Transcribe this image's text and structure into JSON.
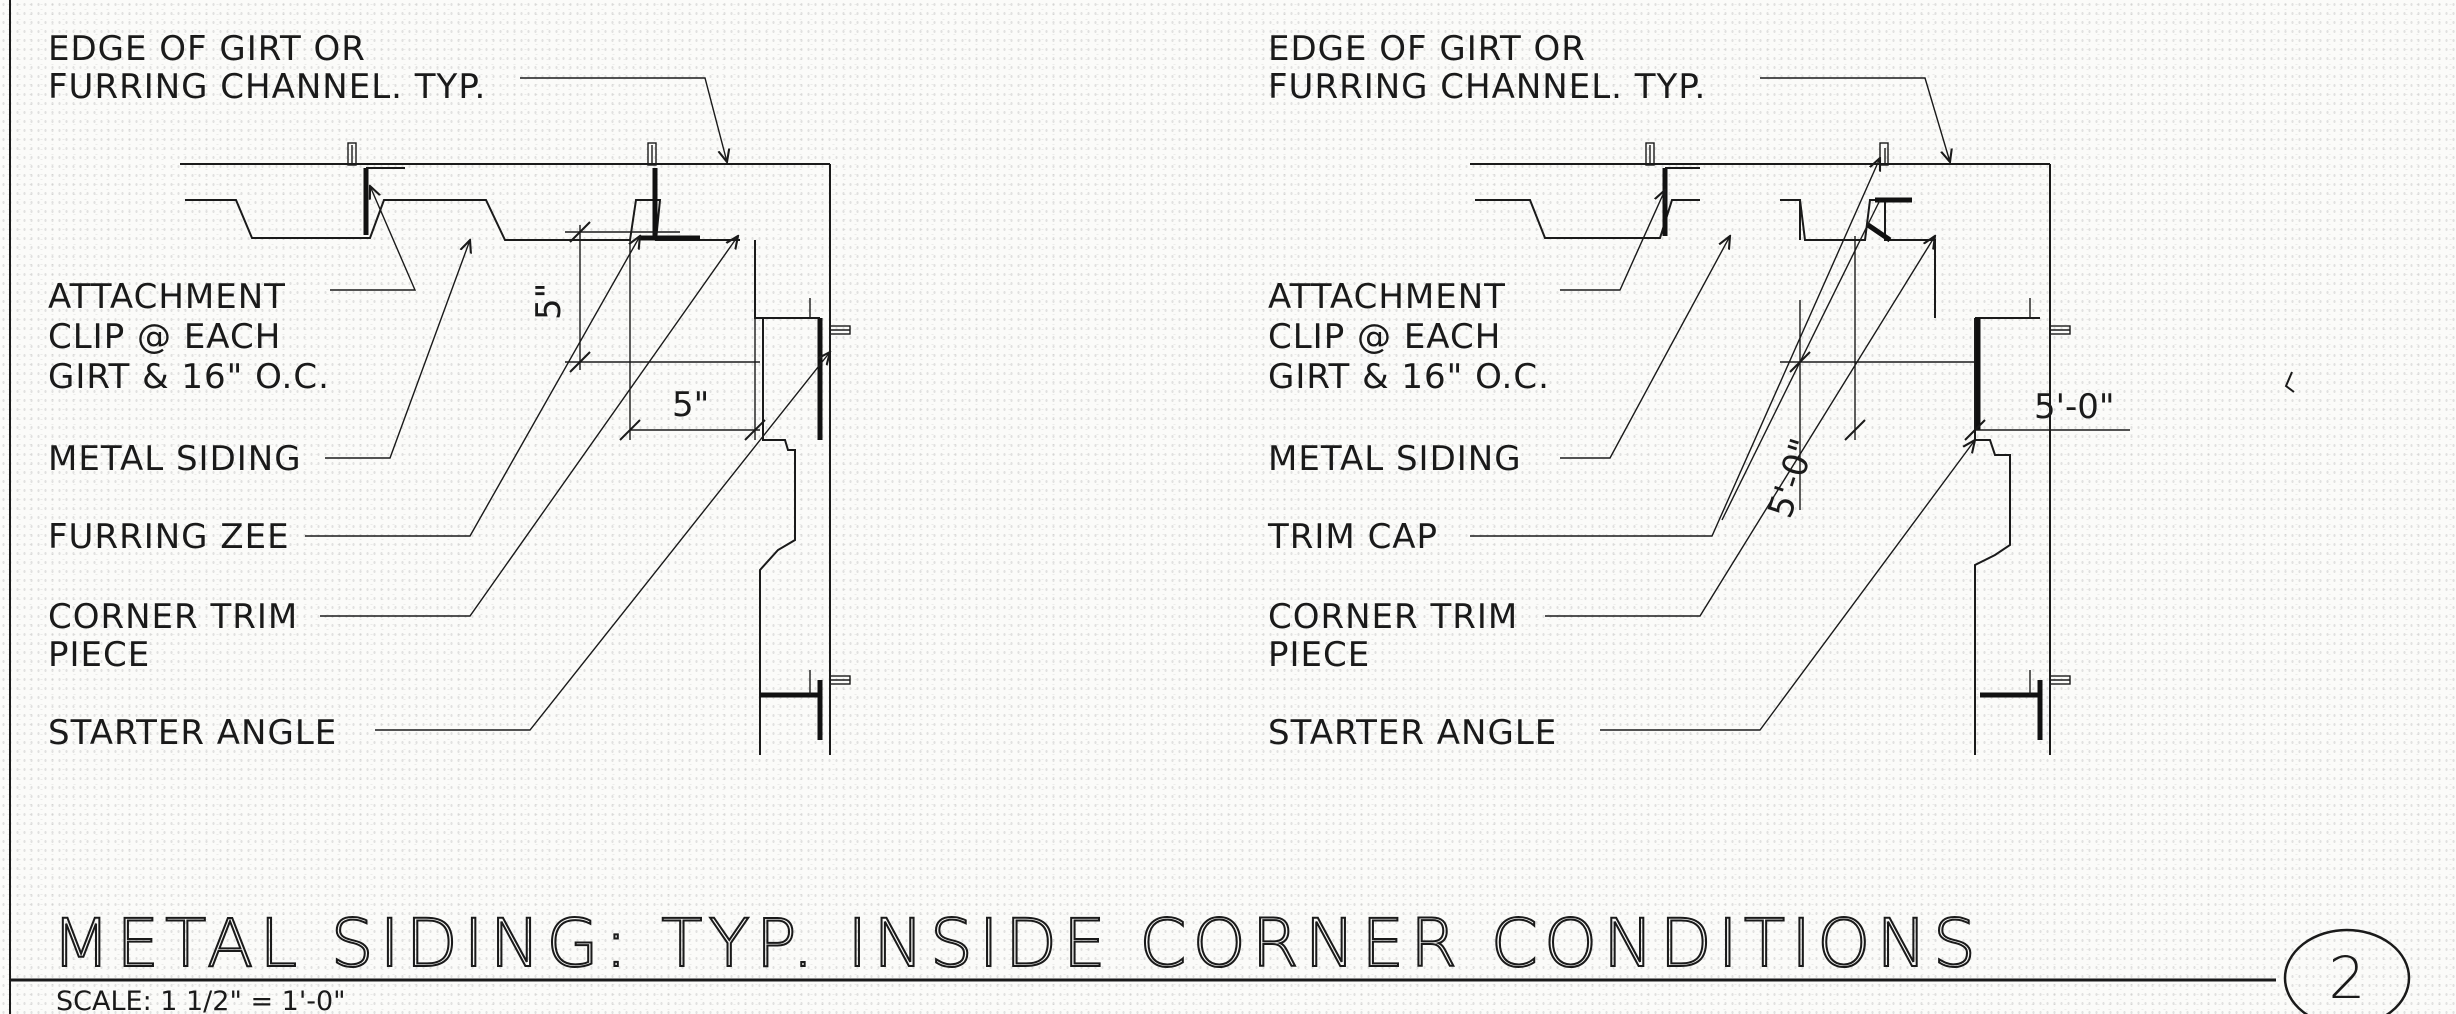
{
  "left_detail": {
    "labels": {
      "edge_line1": "EDGE OF GIRT OR",
      "edge_line2": "FURRING CHANNEL. TYP.",
      "attach_line1": "ATTACHMENT",
      "attach_line2": "CLIP @ EACH",
      "attach_line3": "GIRT & 16\" O.C.",
      "metal_siding": "METAL SIDING",
      "furring_zee": "FURRING ZEE",
      "corner_line1": "CORNER TRIM",
      "corner_line2": "PIECE",
      "starter_angle": "STARTER ANGLE"
    },
    "dimensions": {
      "vertical": "5\"",
      "horizontal": "5\""
    }
  },
  "right_detail": {
    "labels": {
      "edge_line1": "EDGE OF GIRT OR",
      "edge_line2": "FURRING CHANNEL. TYP.",
      "attach_line1": "ATTACHMENT",
      "attach_line2": "CLIP @ EACH",
      "attach_line3": "GIRT & 16\" O.C.",
      "metal_siding": "METAL SIDING",
      "trim_cap": "TRIM CAP",
      "corner_line1": "CORNER TRIM",
      "corner_line2": "PIECE",
      "starter_angle": "STARTER ANGLE"
    },
    "dimensions": {
      "vertical": "5'-0\"",
      "horizontal": "5'-0\""
    }
  },
  "title_block": {
    "title": "METAL SIDING: TYP. INSIDE CORNER CONDITIONS",
    "scale": "SCALE: 1 1/2\" = 1'-0\"",
    "detail_number": "2"
  }
}
